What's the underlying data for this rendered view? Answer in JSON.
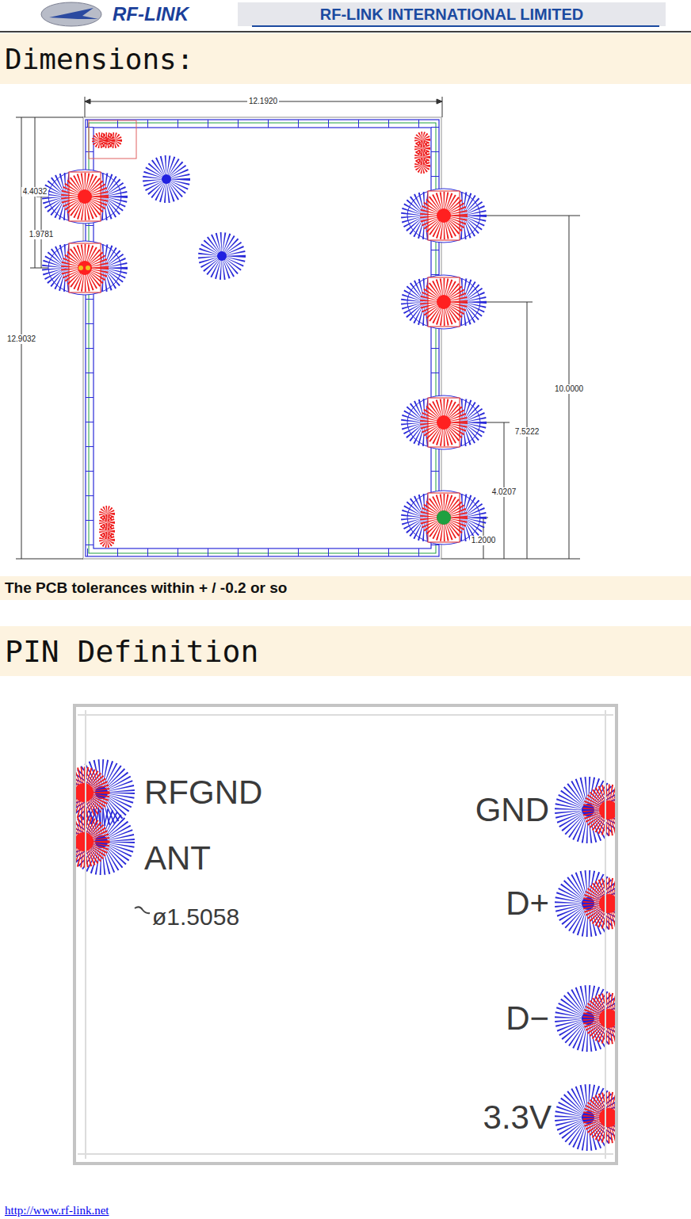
{
  "diagram": {
    "nodes": [
      {
        "text": [
          "Dimensions:"
        ]
      },
      {
        "text": [
          "The PCB tolerances within + / -0.2 or so"
        ]
      },
      {
        "text": [
          "PIN Definition"
        ]
      }
    ],
    "labels": [
      "RF-LINK",
      "RF-LINK INTERNATIONAL LIMITED",
      "12.1920",
      "4.4032",
      "1.9781",
      "12.9032",
      "10.0000",
      "7.5222",
      "4.0207",
      "1.2000",
      "RFGND",
      "ANT",
      "ø1.5058",
      "GND",
      "D+",
      "D−",
      "3.3V",
      "http://www.rf-link.net"
    ]
  }
}
